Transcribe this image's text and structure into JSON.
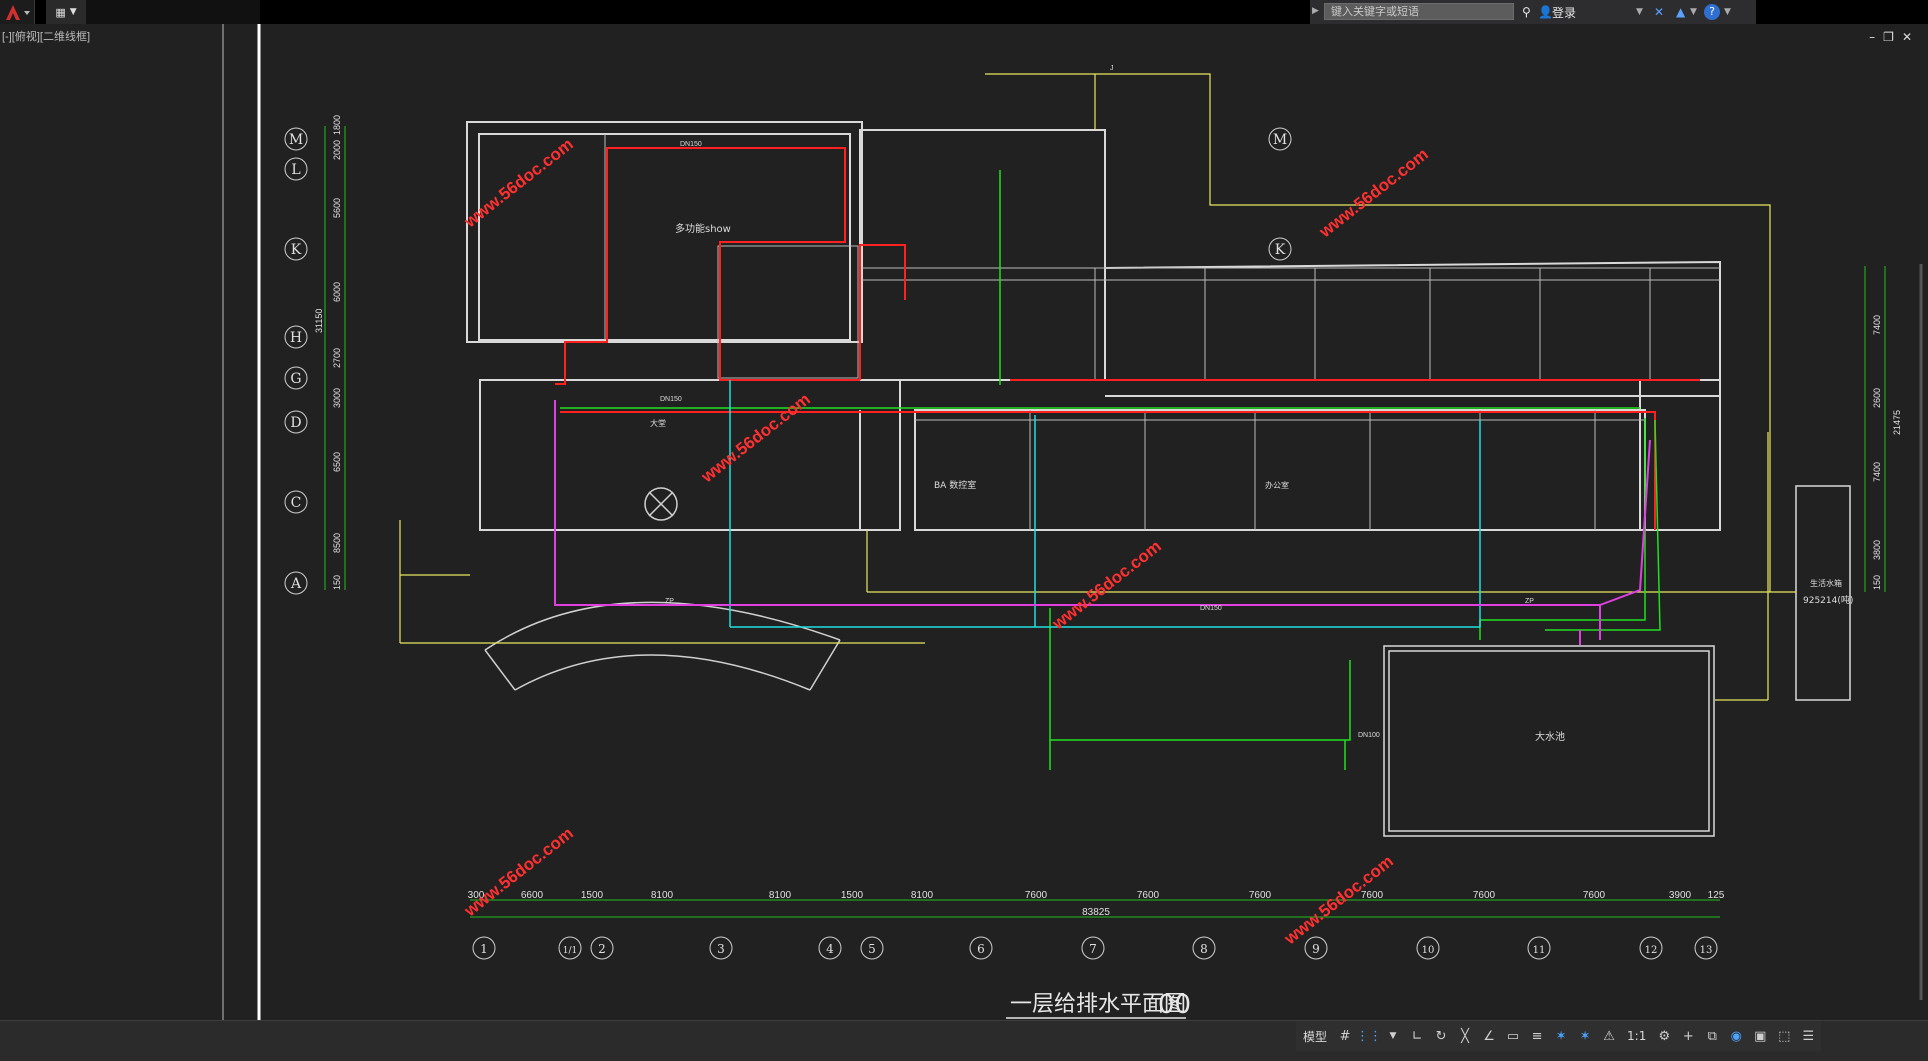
{
  "titlebar": {
    "search_placeholder": "键入关键字或短语",
    "login_label": "登录"
  },
  "viewport": {
    "label": "[-][俯视][二维线框]"
  },
  "drawing": {
    "title": "一层给排水平面图",
    "title_suffix": "00",
    "watermark": "www.56doc.com",
    "axis_rows_left": [
      "M",
      "L",
      "K",
      "H",
      "G",
      "D",
      "C",
      "A"
    ],
    "axis_row_mid": [
      "M",
      "K"
    ],
    "axis_columns": [
      "1",
      "1/1",
      "2",
      "3",
      "4",
      "5",
      "6",
      "7",
      "8",
      "9",
      "10",
      "11",
      "12",
      "13"
    ],
    "bottom_dims": [
      "300",
      "6600",
      "1500",
      "8100",
      "8100",
      "1500",
      "8100",
      "7600",
      "7600",
      "7600",
      "7600",
      "7600",
      "7600",
      "3900",
      "125"
    ],
    "bottom_total": "83825",
    "left_dims": [
      "2000",
      "1800",
      "5600",
      "6000",
      "2700",
      "3000",
      "6500",
      "8500",
      "150"
    ],
    "left_total": "31150",
    "right_dims": [
      "7400",
      "2600",
      "7400",
      "3800",
      "150"
    ],
    "right_total": "21475",
    "room_labels": {
      "show": "多功能show",
      "pool": "大水池",
      "tank_volume": "925214(吨)",
      "tank": "生活水箱",
      "office": "办公室",
      "lobby": "大堂",
      "ba": "BA 数控室"
    },
    "pipe_labels": [
      "DN150",
      "DN100",
      "DN150",
      "DN150",
      "ZP",
      "ZP",
      "J"
    ]
  },
  "statusbar": {
    "model_label": "模型",
    "scale_label": "1:1"
  },
  "colors": {
    "background": "#212121",
    "wall": "#d9d9d9",
    "red_pipe": "#ff2020",
    "green_pipe": "#20e020",
    "cyan_pipe": "#20e0e0",
    "magenta_pipe": "#e040e0",
    "yellow_line": "#e8e860",
    "watermark": "#ff3030"
  }
}
